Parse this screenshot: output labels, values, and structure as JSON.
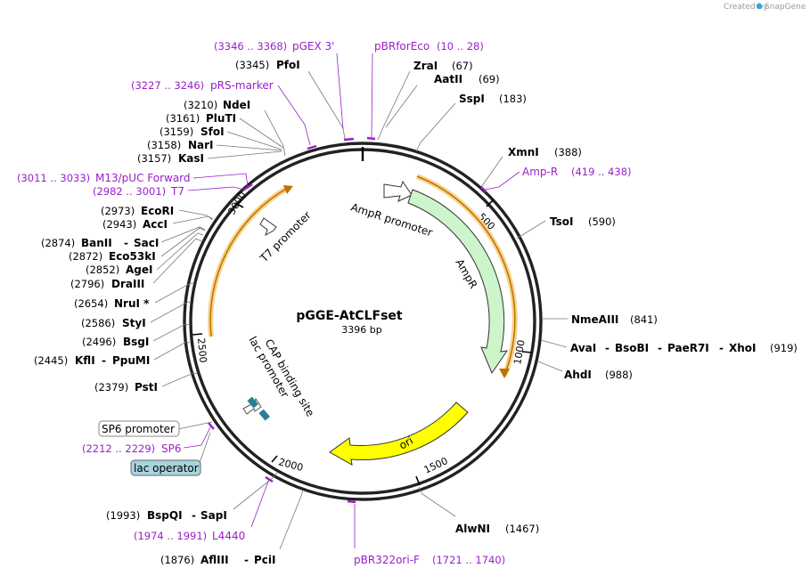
{
  "credit": {
    "created_by": "Created by",
    "brand": "SnapGene"
  },
  "plasmid": {
    "name": "pGGE-AtCLFset",
    "length": "3396 bp"
  },
  "ruler": [
    "500",
    "1000",
    "1500",
    "2000",
    "2500",
    "3000"
  ],
  "features": {
    "ampr_promoter": "AmpR promoter",
    "ampr": "AmpR",
    "ori": "ori",
    "t7_promoter": "T7 promoter",
    "lac_promoter": "lac promoter",
    "cap_site": "CAP binding site"
  },
  "boxed_labels": {
    "sp6_promoter": "SP6 promoter",
    "lac_operator": "lac operator"
  },
  "enzymes": [
    {
      "name": "PfoI",
      "pos": "(3345)"
    },
    {
      "name": "ZraI",
      "pos": "(67)"
    },
    {
      "name": "AatII",
      "pos": "(69)"
    },
    {
      "name": "SspI",
      "pos": "(183)"
    },
    {
      "name": "NdeI",
      "pos": "(3210)"
    },
    {
      "name": "PluTI",
      "pos": "(3161)"
    },
    {
      "name": "SfoI",
      "pos": "(3159)"
    },
    {
      "name": "NarI",
      "pos": "(3158)"
    },
    {
      "name": "KasI",
      "pos": "(3157)"
    },
    {
      "name": "XmnI",
      "pos": "(388)"
    },
    {
      "name": "TsoI",
      "pos": "(590)"
    },
    {
      "name": "EcoRI",
      "pos": "(2973)"
    },
    {
      "name": "AccI",
      "pos": "(2943)"
    },
    {
      "name": "BanII",
      "name2": "SacI",
      "pos": "(2874)"
    },
    {
      "name": "Eco53kI",
      "pos": "(2872)"
    },
    {
      "name": "AgeI",
      "pos": "(2852)"
    },
    {
      "name": "DraIII",
      "pos": "(2796)"
    },
    {
      "name": "NruI *",
      "pos": "(2654)"
    },
    {
      "name": "StyI",
      "pos": "(2586)"
    },
    {
      "name": "BsgI",
      "pos": "(2496)"
    },
    {
      "name": "KflI",
      "name2": "PpuMI",
      "pos": "(2445)"
    },
    {
      "name": "PstI",
      "pos": "(2379)"
    },
    {
      "name": "NmeAIII",
      "pos": "(841)"
    },
    {
      "name": "AvaI",
      "name2": "BsoBI",
      "name3": "PaeR7I",
      "name4": "XhoI",
      "pos": "(919)"
    },
    {
      "name": "AhdI",
      "pos": "(988)"
    },
    {
      "name": "AlwNI",
      "pos": "(1467)"
    },
    {
      "name": "BspQI",
      "name2": "SapI",
      "pos": "(1993)"
    },
    {
      "name": "AflIII",
      "name2": "PciI",
      "pos": "(1876)"
    }
  ],
  "primers": [
    {
      "name": "pGEX 3'",
      "range": "(3346 .. 3368)"
    },
    {
      "name": "pBRforEco",
      "range": "(10 .. 28)"
    },
    {
      "name": "pRS-marker",
      "range": "(3227 .. 3246)"
    },
    {
      "name": "Amp-R",
      "range": "(419 .. 438)"
    },
    {
      "name": "M13/pUC Forward",
      "range": "(3011 .. 3033)"
    },
    {
      "name": "T7",
      "range": "(2982 .. 3001)"
    },
    {
      "name": "SP6",
      "range": "(2212 .. 2229)"
    },
    {
      "name": "L4440",
      "range": "(1974 .. 1991)"
    },
    {
      "name": "pBR322ori-F",
      "range": "(1721 .. 1740)"
    }
  ],
  "colors": {
    "backbone": "#000000",
    "primer": "#9a1fc9",
    "ampr_fill": "#ccf5cc",
    "ori_fill": "#ffff00",
    "t7_arrow": "#e07b00",
    "highlight": "#f6d38a",
    "cap_box": "#2b7f93",
    "lac_operator_fill": "#a8d4dd"
  }
}
